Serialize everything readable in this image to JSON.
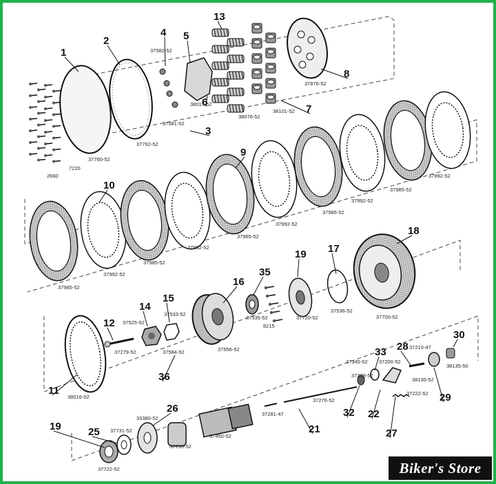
{
  "callouts": [
    "1",
    "2",
    "3",
    "4",
    "5",
    "6",
    "7",
    "8",
    "9",
    "10",
    "11",
    "12",
    "13",
    "14",
    "15",
    "16",
    "17",
    "18",
    "19",
    "19",
    "21",
    "22",
    "25",
    "26",
    "27",
    "28",
    "29",
    "30",
    "32",
    "33",
    "35",
    "36"
  ],
  "part_numbers": [
    "37760-52",
    "7220",
    "2660",
    "37762-52",
    "37582-52",
    "37581-52",
    "38013-52",
    "38076-52",
    "38101-52",
    "37876-52",
    "37992-52",
    "37985-52",
    "37992-52",
    "37985-52",
    "37992-52",
    "37985-52",
    "37992-52",
    "37985-52",
    "37992-52",
    "37985-52",
    "37525-52",
    "37533-52",
    "37279-52",
    "37584-52",
    "37556-52",
    "37535-52",
    "8215",
    "37720-52",
    "37536-52",
    "37700-52",
    "38016-52",
    "37345-52",
    "37200-52",
    "37210-47",
    "38130-52",
    "38135-50",
    "37339-52",
    "37222-52",
    "37276-52",
    "37281-47",
    "33380-52",
    "37731-52",
    "37450-52",
    "37755-52",
    "37722-52"
  ],
  "logo_text": "Biker's Store",
  "colors": {
    "frame": "#22b14c",
    "ink": "#111111",
    "plate_fill": "#b8b8b8"
  }
}
